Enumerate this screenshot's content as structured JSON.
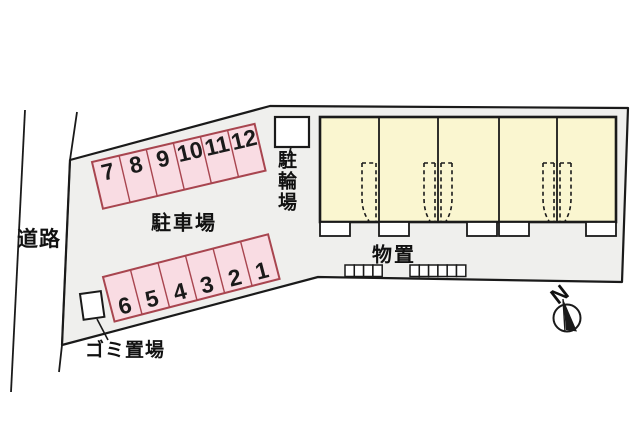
{
  "labels": {
    "road": "道路",
    "parking_lot": "駐車場",
    "bicycle_parking": "駐輪場",
    "storage": "物置",
    "garbage_area": "ゴミ置場",
    "compass_north": "N"
  },
  "parking": {
    "top_row_numbers": [
      "7",
      "8",
      "9",
      "10",
      "11",
      "12"
    ],
    "bottom_row_numbers": [
      "6",
      "5",
      "4",
      "3",
      "2",
      "1"
    ],
    "total_spaces": 12
  },
  "building": {
    "unit_count": 5,
    "porch_count": 5,
    "dashed_stair_outlines": 5
  },
  "storage_units": {
    "group1_count": 4,
    "group2_count": 6
  },
  "colors": {
    "site_fill": "#efefed",
    "parking_fill": "#f9dce3",
    "parking_border": "#a8454f",
    "building_fill": "#faf6d0",
    "line": "#1a1a1a",
    "white": "#ffffff"
  }
}
